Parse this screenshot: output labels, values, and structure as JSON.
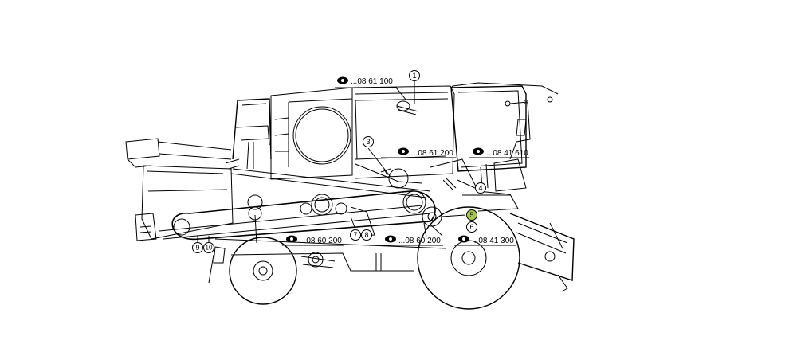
{
  "callouts": [
    {
      "id": "1",
      "label": "1",
      "highlight": false
    },
    {
      "id": "3",
      "label": "3",
      "highlight": false
    },
    {
      "id": "4",
      "label": "4",
      "highlight": false
    },
    {
      "id": "5",
      "label": "5",
      "highlight": true
    },
    {
      "id": "6",
      "label": "6",
      "highlight": false
    },
    {
      "id": "7",
      "label": "7",
      "highlight": false
    },
    {
      "id": "8",
      "label": "8",
      "highlight": false
    },
    {
      "id": "9",
      "label": "9",
      "highlight": false
    },
    {
      "id": "10",
      "label": "10",
      "highlight": false
    }
  ],
  "references": [
    {
      "id": "ref-0861100",
      "text": "...08 61 100",
      "icon": "eye-icon"
    },
    {
      "id": "ref-0861200",
      "text": "...08 61 200",
      "icon": "eye-icon"
    },
    {
      "id": "ref-0841610",
      "text": "...08 41 610",
      "icon": "eye-icon"
    },
    {
      "id": "ref-0860200a",
      "text": "...08 60 200",
      "icon": "eye-icon"
    },
    {
      "id": "ref-0860200b",
      "text": "...08 60 200",
      "icon": "eye-icon"
    },
    {
      "id": "ref-0841300",
      "text": "...08 41 300",
      "icon": "eye-icon"
    }
  ],
  "colors": {
    "highlight": "#a9c94a",
    "line": "#000000"
  }
}
